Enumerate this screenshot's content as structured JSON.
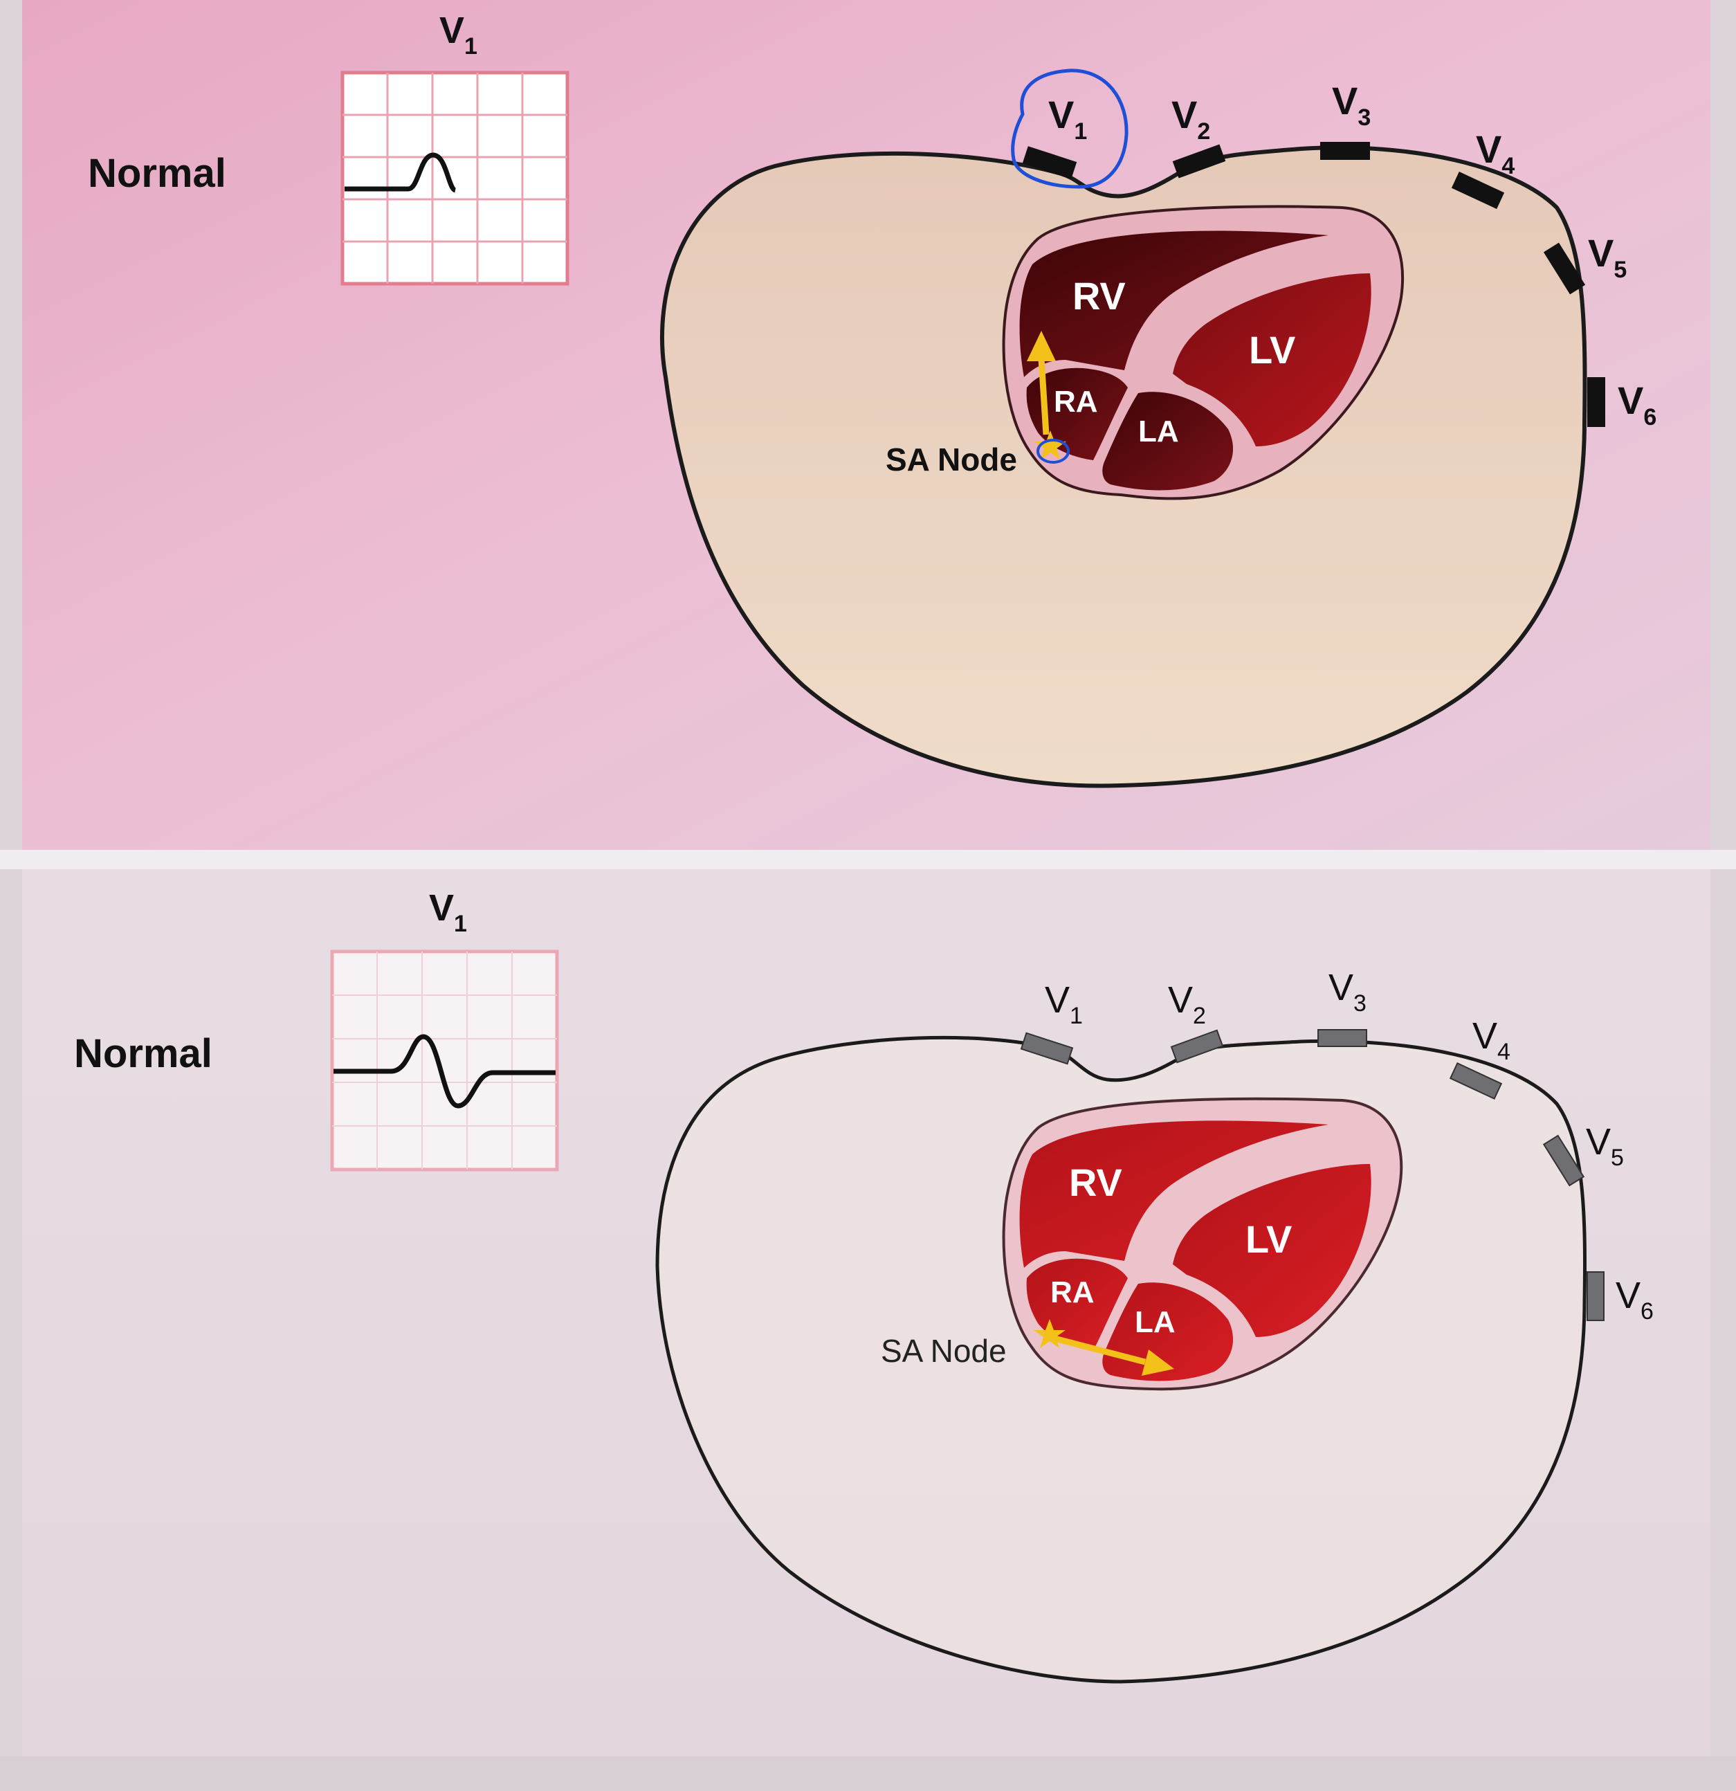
{
  "panels": [
    {
      "label": "Normal",
      "ecg_lead_label": "V",
      "ecg_lead_sub": "1",
      "ecg_waveform": "upright-p-wave",
      "chambers": {
        "rv": "RV",
        "lv": "LV",
        "ra": "RA",
        "la": "LA"
      },
      "sa_node_label": "SA Node",
      "electrodes": [
        {
          "base": "V",
          "sub": "1"
        },
        {
          "base": "V",
          "sub": "2"
        },
        {
          "base": "V",
          "sub": "3"
        },
        {
          "base": "V",
          "sub": "4"
        },
        {
          "base": "V",
          "sub": "5"
        },
        {
          "base": "V",
          "sub": "6"
        }
      ],
      "annotation": "V1 electrode circled in blue",
      "activation_arrow": "upward (toward V1)"
    },
    {
      "label": "Normal",
      "ecg_lead_label": "V",
      "ecg_lead_sub": "1",
      "ecg_waveform": "biphasic-p-wave",
      "chambers": {
        "rv": "RV",
        "lv": "LV",
        "ra": "RA",
        "la": "LA"
      },
      "sa_node_label": "SA Node",
      "electrodes": [
        {
          "base": "V",
          "sub": "1"
        },
        {
          "base": "V",
          "sub": "2"
        },
        {
          "base": "V",
          "sub": "3"
        },
        {
          "base": "V",
          "sub": "4"
        },
        {
          "base": "V",
          "sub": "5"
        },
        {
          "base": "V",
          "sub": "6"
        }
      ],
      "activation_arrow": "leftward into LA"
    }
  ],
  "colors": {
    "top_background": "#e9bcd1",
    "bottom_background": "#e5dde3",
    "torso_fill": "#ecd9c6",
    "torso_fill_bottom": "#ebe2e2",
    "pericardium": "#e8b4bf",
    "chamber_dark": "#6a0e14",
    "chamber_red": "#c8161c",
    "grid_line": "#e27c8f",
    "arrow": "#f2c21a",
    "circle_annotation": "#1f4fd6"
  }
}
